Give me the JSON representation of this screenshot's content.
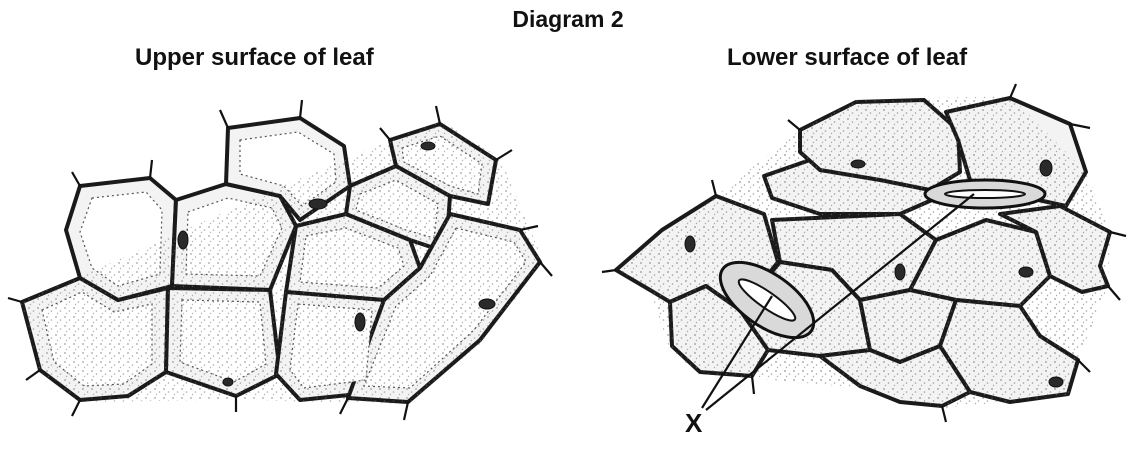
{
  "diagram": {
    "title": "Diagram 2",
    "left_panel": {
      "label": "Upper surface of leaf"
    },
    "right_panel": {
      "label": "Lower surface of leaf"
    },
    "annotation": {
      "label": "X"
    }
  },
  "colors": {
    "ink": "#111111",
    "cell_fill": "#f3f3f3",
    "background": "#ffffff"
  }
}
